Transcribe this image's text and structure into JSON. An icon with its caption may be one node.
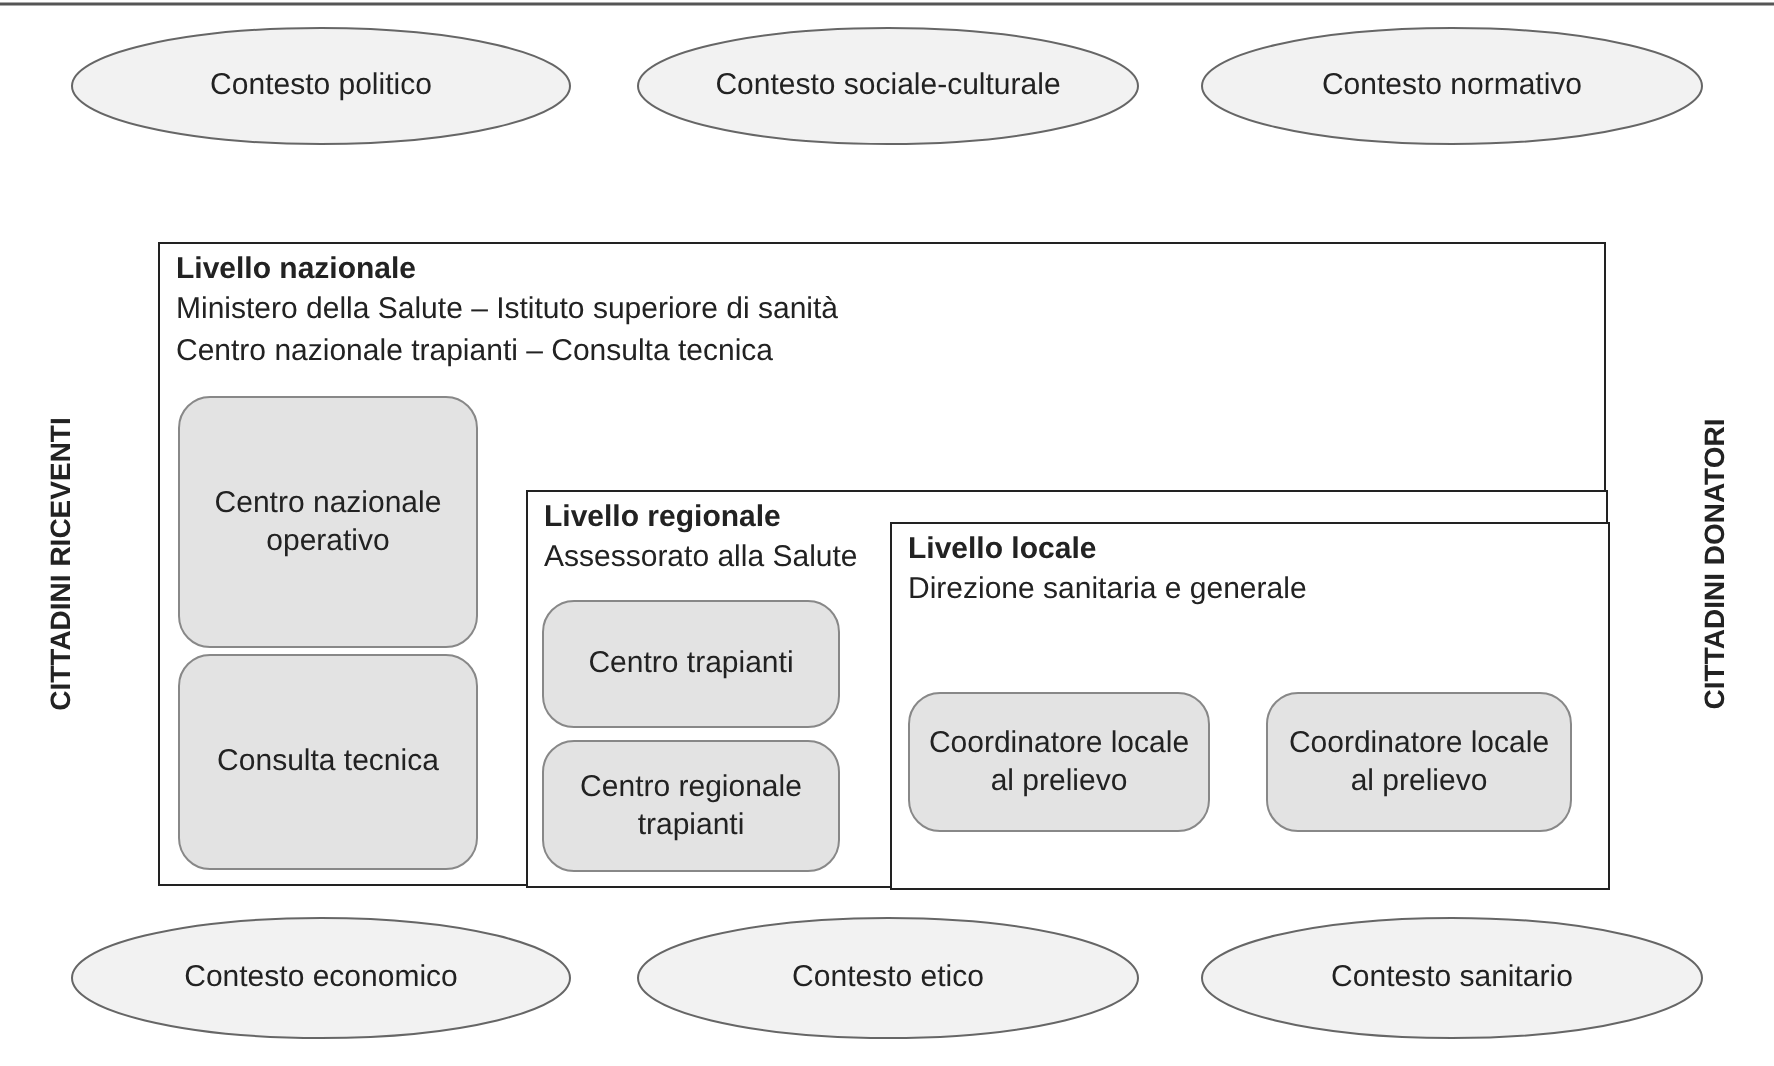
{
  "diagram": {
    "nodes": [
      {
        "text": [
          "Contesto politico"
        ]
      },
      {
        "text": [
          "Contesto sociale-culturale"
        ]
      },
      {
        "text": [
          "Contesto normativo"
        ]
      },
      {
        "text": [
          "Livello nazionale",
          "Ministero della Salute – Istituto superiore di sanità",
          "Centro nazionale trapianti – Consulta tecnica"
        ]
      },
      {
        "text": [
          "Centro nazionale operativo"
        ],
        "in": 3
      },
      {
        "text": [
          "Consulta tecnica"
        ],
        "in": 3
      },
      {
        "text": [
          "Livello regionale",
          "Assessorato alla Salute"
        ],
        "in": 3
      },
      {
        "text": [
          "Centro trapianti"
        ],
        "in": 6
      },
      {
        "text": [
          "Centro regionale trapianti"
        ],
        "in": 6
      },
      {
        "text": [
          "Livello locale",
          "Direzione sanitaria e generale"
        ],
        "in": 6
      },
      {
        "text": [
          "Coordinatore locale al prelievo"
        ],
        "in": 9
      },
      {
        "text": [
          "Coordinatore locale al prelievo"
        ],
        "in": 9
      },
      {
        "text": [
          "Contesto economico"
        ]
      },
      {
        "text": [
          "Contesto etico"
        ]
      },
      {
        "text": [
          "Contesto sanitario"
        ]
      }
    ],
    "labels": [
      "CITTADINI RICEVENTI",
      "CITTADINI DONATORI"
    ]
  }
}
